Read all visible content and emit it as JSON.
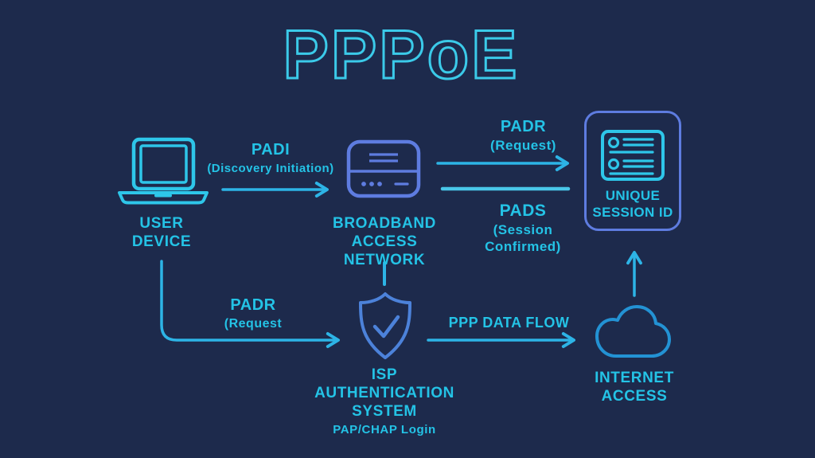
{
  "title": "PPPoE",
  "colors": {
    "background": "#1d2a4c",
    "cyan_bright": "#2ec6e9",
    "cyan_label": "#24c3e6",
    "purple_blue": "#5e7ce0",
    "shield_blue": "#4c82da",
    "cloud_blue": "#2392d4",
    "arrow_cyan": "#2db4e6"
  },
  "nodes": {
    "user_device": {
      "line1": "USER",
      "line2": "DEVICE"
    },
    "broadband": {
      "line1": "BROADBAND",
      "line2": "ACCESS NETWORK"
    },
    "session_id": {
      "line1": "UNIQUE",
      "line2": "SESSION ID"
    },
    "isp_auth": {
      "line1": "ISP",
      "line2": "AUTHENTICATION",
      "line3": "SYSTEM",
      "sublabel": "PAP/CHAP Login"
    },
    "internet": {
      "line1": "INTERNET",
      "line2": "ACCESS"
    }
  },
  "edges": {
    "padi": {
      "title": "PADI",
      "subtitle": "(Discovery Initiation)"
    },
    "padr_top": {
      "title": "PADR",
      "subtitle": "(Request)"
    },
    "pads": {
      "title": "PADS",
      "subtitle1": "(Session",
      "subtitle2": "Confirmed)"
    },
    "padr_bottom": {
      "title": "PADR",
      "subtitle": "(Request"
    },
    "ppp": {
      "title": "PPP DATA FLOW"
    }
  }
}
